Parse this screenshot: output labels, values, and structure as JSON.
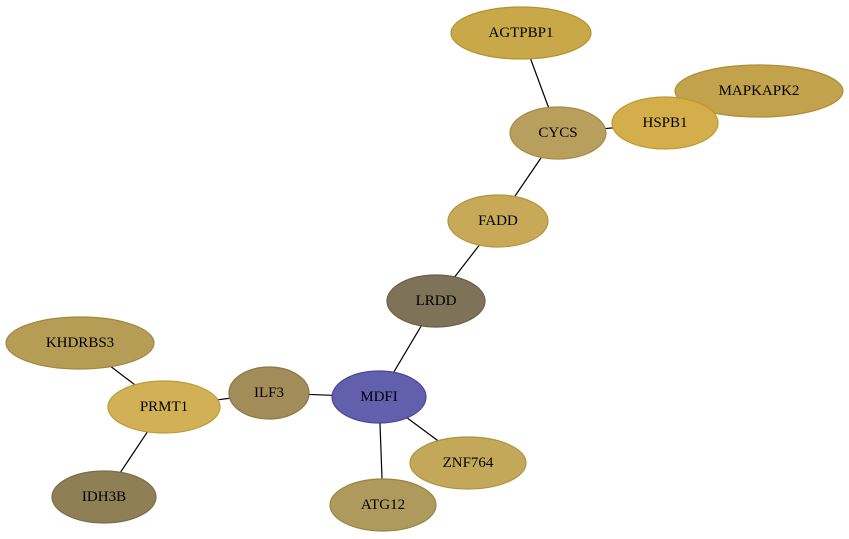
{
  "nodes": [
    {
      "id": "AGTPBP1",
      "label": "AGTPBP1",
      "fill": "#c9a84a",
      "stroke": "#b3922e"
    },
    {
      "id": "MAPKAPK2",
      "label": "MAPKAPK2",
      "fill": "#c2a24c",
      "stroke": "#ad8e32"
    },
    {
      "id": "HSPB1",
      "label": "HSPB1",
      "fill": "#d4ae4a",
      "stroke": "#bf972e"
    },
    {
      "id": "CYCS",
      "label": "CYCS",
      "fill": "#b89f5e",
      "stroke": "#a38a47"
    },
    {
      "id": "FADD",
      "label": "FADD",
      "fill": "#c8a957",
      "stroke": "#b3933c"
    },
    {
      "id": "LRDD",
      "label": "LRDD",
      "fill": "#7e7258",
      "stroke": "#6a5f47"
    },
    {
      "id": "KHDRBS3",
      "label": "KHDRBS3",
      "fill": "#b69d56",
      "stroke": "#a0873d"
    },
    {
      "id": "PRMT1",
      "label": "PRMT1",
      "fill": "#d2b055",
      "stroke": "#bd9a3a"
    },
    {
      "id": "ILF3",
      "label": "ILF3",
      "fill": "#a18c5a",
      "stroke": "#8c7744"
    },
    {
      "id": "MDFI",
      "label": "MDFI",
      "fill": "#625fac",
      "stroke": "#4a46a0"
    },
    {
      "id": "ZNF764",
      "label": "ZNF764",
      "fill": "#c4a85a",
      "stroke": "#ae9240"
    },
    {
      "id": "IDH3B",
      "label": "IDH3B",
      "fill": "#8e7f55",
      "stroke": "#7a6c44"
    },
    {
      "id": "ATG12",
      "label": "ATG12",
      "fill": "#ad9a5c",
      "stroke": "#978443"
    }
  ],
  "edges": [
    {
      "source": "AGTPBP1",
      "target": "CYCS"
    },
    {
      "source": "CYCS",
      "target": "HSPB1"
    },
    {
      "source": "HSPB1",
      "target": "MAPKAPK2"
    },
    {
      "source": "CYCS",
      "target": "FADD"
    },
    {
      "source": "FADD",
      "target": "LRDD"
    },
    {
      "source": "LRDD",
      "target": "MDFI"
    },
    {
      "source": "MDFI",
      "target": "ILF3"
    },
    {
      "source": "MDFI",
      "target": "ZNF764"
    },
    {
      "source": "MDFI",
      "target": "ATG12"
    },
    {
      "source": "ILF3",
      "target": "PRMT1"
    },
    {
      "source": "PRMT1",
      "target": "KHDRBS3"
    },
    {
      "source": "PRMT1",
      "target": "IDH3B"
    }
  ]
}
